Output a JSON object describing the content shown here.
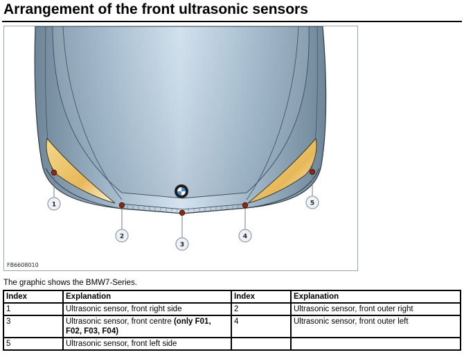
{
  "title": "Arrangement of the front ultrasonic sensors",
  "figure": {
    "code": "FB6608010",
    "logo": "bmw-roundel",
    "sensors": [
      "1",
      "2",
      "3",
      "4",
      "5"
    ]
  },
  "caption": "The graphic shows the BMW7-Series.",
  "table": {
    "headers": [
      "Index",
      "Explanation",
      "Index",
      "Explanation"
    ],
    "rows": [
      {
        "i1": "1",
        "e1": "Ultrasonic sensor, front right side",
        "i2": "2",
        "e2": "Ultrasonic sensor, front outer right"
      },
      {
        "i1": "3",
        "e1": "Ultrasonic sensor, front centre ",
        "e1_bold": "(only F01, F02, F03, F04)",
        "i2": "4",
        "e2": "Ultrasonic sensor, front outer left"
      },
      {
        "i1": "5",
        "e1": "Ultrasonic sensor, front left side",
        "i2": "",
        "e2": ""
      }
    ]
  }
}
